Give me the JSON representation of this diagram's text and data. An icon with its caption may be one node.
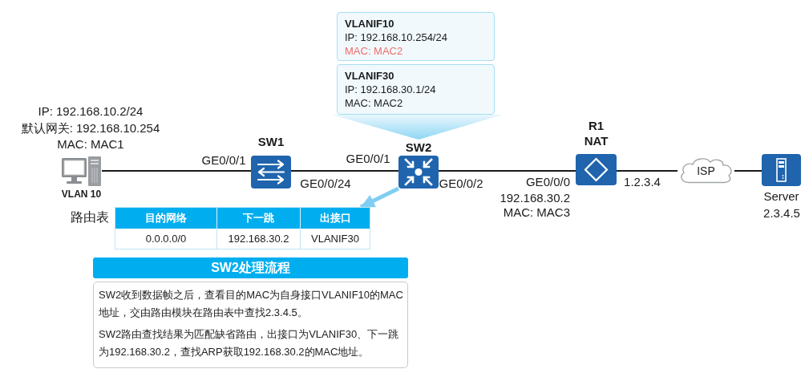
{
  "diagram": {
    "nodes": [
      {
        "text": [
          "VLAN 10"
        ],
        "beside": [
          "IP: 192.168.10.2/24",
          "默认网关: 192.168.10.254",
          "MAC: MAC1"
        ]
      },
      {
        "text": [
          "SW1"
        ]
      },
      {
        "text": [
          "SW2"
        ]
      },
      {
        "text": [
          "R1",
          "NAT"
        ]
      },
      {
        "text": [
          "ISP"
        ]
      },
      {
        "text": [
          "Server"
        ],
        "beside": [
          "2.3.4.5"
        ]
      },
      {
        "text": [
          "VLANIF10",
          "IP: 192.168.10.254/24",
          "MAC: MAC2"
        ]
      },
      {
        "text": [
          "VLANIF30",
          "IP: 192.168.30.1/24",
          "MAC: MAC2"
        ]
      },
      {
        "text": [
          "路由表"
        ]
      },
      {
        "text": [
          "SW2处理流程",
          "SW2收到数据帧之后，查看目的MAC为自身接口VLANIF10的MAC地址，交由路由模块在路由表中查找2.3.4.5。",
          "SW2路由查找结果为匹配缺省路由，出接口为VLANIF30、下一跳为192.168.30.2，查找ARP获取192.168.30.2的MAC地址。"
        ]
      }
    ],
    "edges": [
      {
        "from": 0,
        "to": 1,
        "arrow": "none"
      },
      {
        "from": 1,
        "to": 2,
        "arrow": "none"
      },
      {
        "from": 2,
        "to": 3,
        "arrow": "none"
      },
      {
        "from": 3,
        "to": 4,
        "arrow": "none"
      },
      {
        "from": 4,
        "to": 5,
        "arrow": "none"
      },
      {
        "from": 7,
        "to": 2,
        "arrow": "none",
        "color": "#8fd6f4"
      },
      {
        "from": 2,
        "to": 8,
        "arrow": "to",
        "style": "thick",
        "color": "#7fcef2"
      }
    ],
    "labels": [
      "GE0/0/1",
      "GE0/0/1",
      "GE0/0/24",
      "GE0/0/2",
      "GE0/0/0",
      "1.2.3.4",
      "192.168.30.2",
      "MAC: MAC3",
      "目的网络",
      "下一跳",
      "出接口",
      "0.0.0.0/0",
      "192.168.30.2",
      "VLANIF30"
    ]
  }
}
